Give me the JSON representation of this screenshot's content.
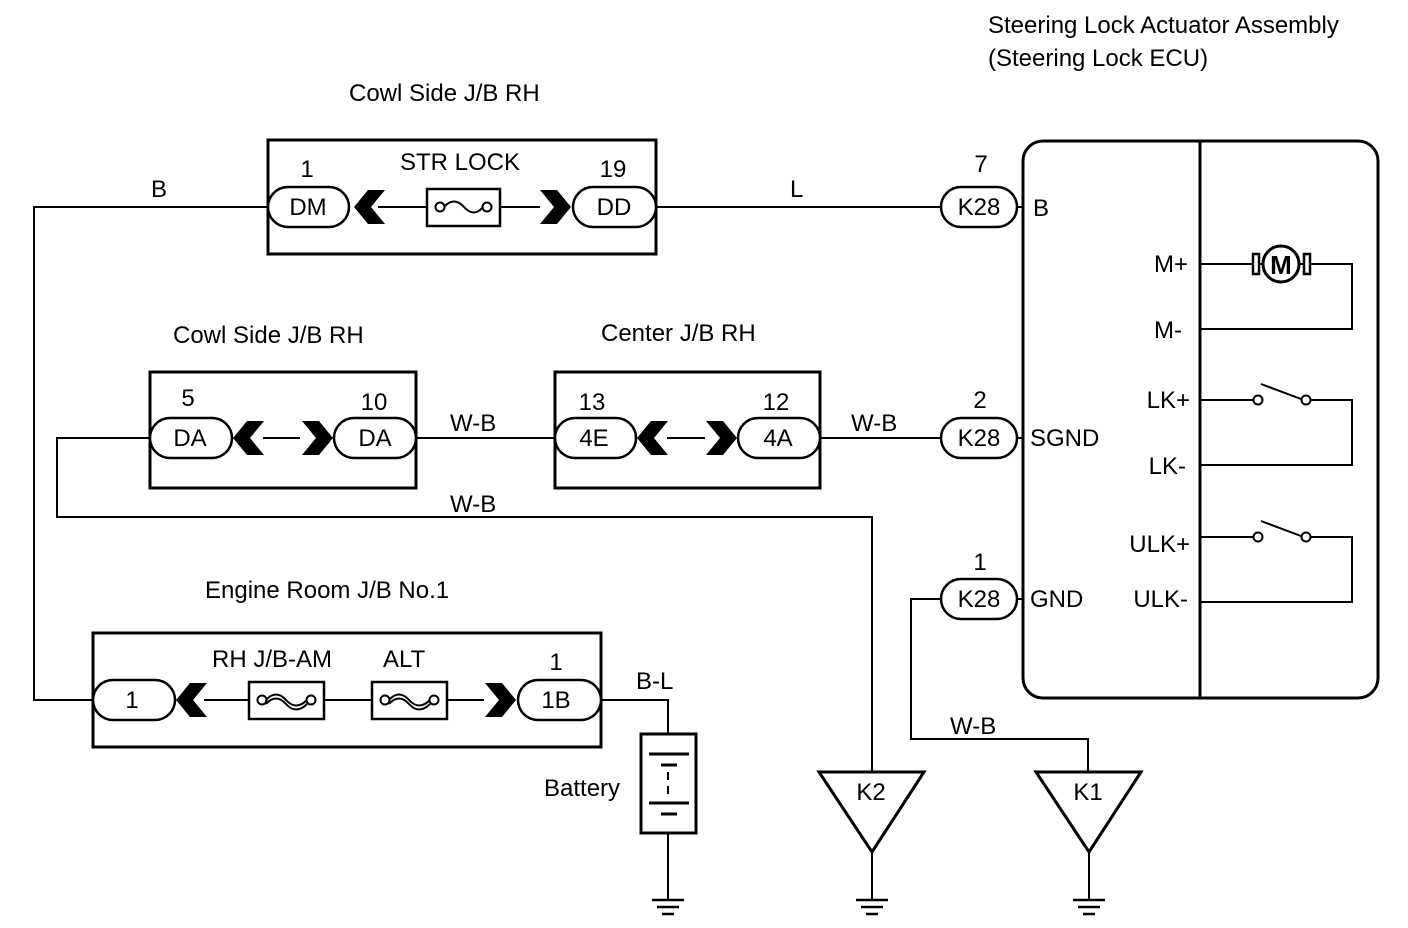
{
  "ecu": {
    "title_line1": "Steering Lock Actuator Assembly",
    "title_line2": "(Steering Lock ECU)",
    "terminals": {
      "b": "B",
      "sgnd": "SGND",
      "gnd": "GND",
      "m_plus": "M+",
      "m_minus": "M-",
      "lk_plus": "LK+",
      "lk_minus": "LK-",
      "ulk_plus": "ULK+",
      "ulk_minus": "ULK-"
    },
    "motor_symbol": "M"
  },
  "jb_cowl_top": {
    "title": "Cowl Side J/B RH",
    "fuse": "STR LOCK",
    "left_connector": {
      "pin": "1",
      "label": "DM"
    },
    "right_connector": {
      "pin": "19",
      "label": "DD"
    }
  },
  "jb_cowl_mid": {
    "title": "Cowl Side J/B RH",
    "left_connector": {
      "pin": "5",
      "label": "DA"
    },
    "right_connector": {
      "pin": "10",
      "label": "DA"
    }
  },
  "jb_center": {
    "title": "Center J/B RH",
    "left_connector": {
      "pin": "13",
      "label": "4E"
    },
    "right_connector": {
      "pin": "12",
      "label": "4A"
    }
  },
  "jb_engine": {
    "title": "Engine Room J/B No.1",
    "fuse1": "RH J/B-AM",
    "fuse2": "ALT",
    "left_connector": {
      "label": "1"
    },
    "right_connector": {
      "pin": "1",
      "label": "1B"
    }
  },
  "ecu_connectors": {
    "b": {
      "pin": "7",
      "label": "K28"
    },
    "sgnd": {
      "pin": "2",
      "label": "K28"
    },
    "gnd": {
      "pin": "1",
      "label": "K28"
    }
  },
  "wires": {
    "b_left": "B",
    "l": "L",
    "wb_mid": "W-B",
    "wb_right": "W-B",
    "wb_lower": "W-B",
    "bl": "B-L",
    "wb_k1": "W-B"
  },
  "battery": {
    "label": "Battery"
  },
  "grounds": {
    "k2": "K2",
    "k1": "K1"
  }
}
